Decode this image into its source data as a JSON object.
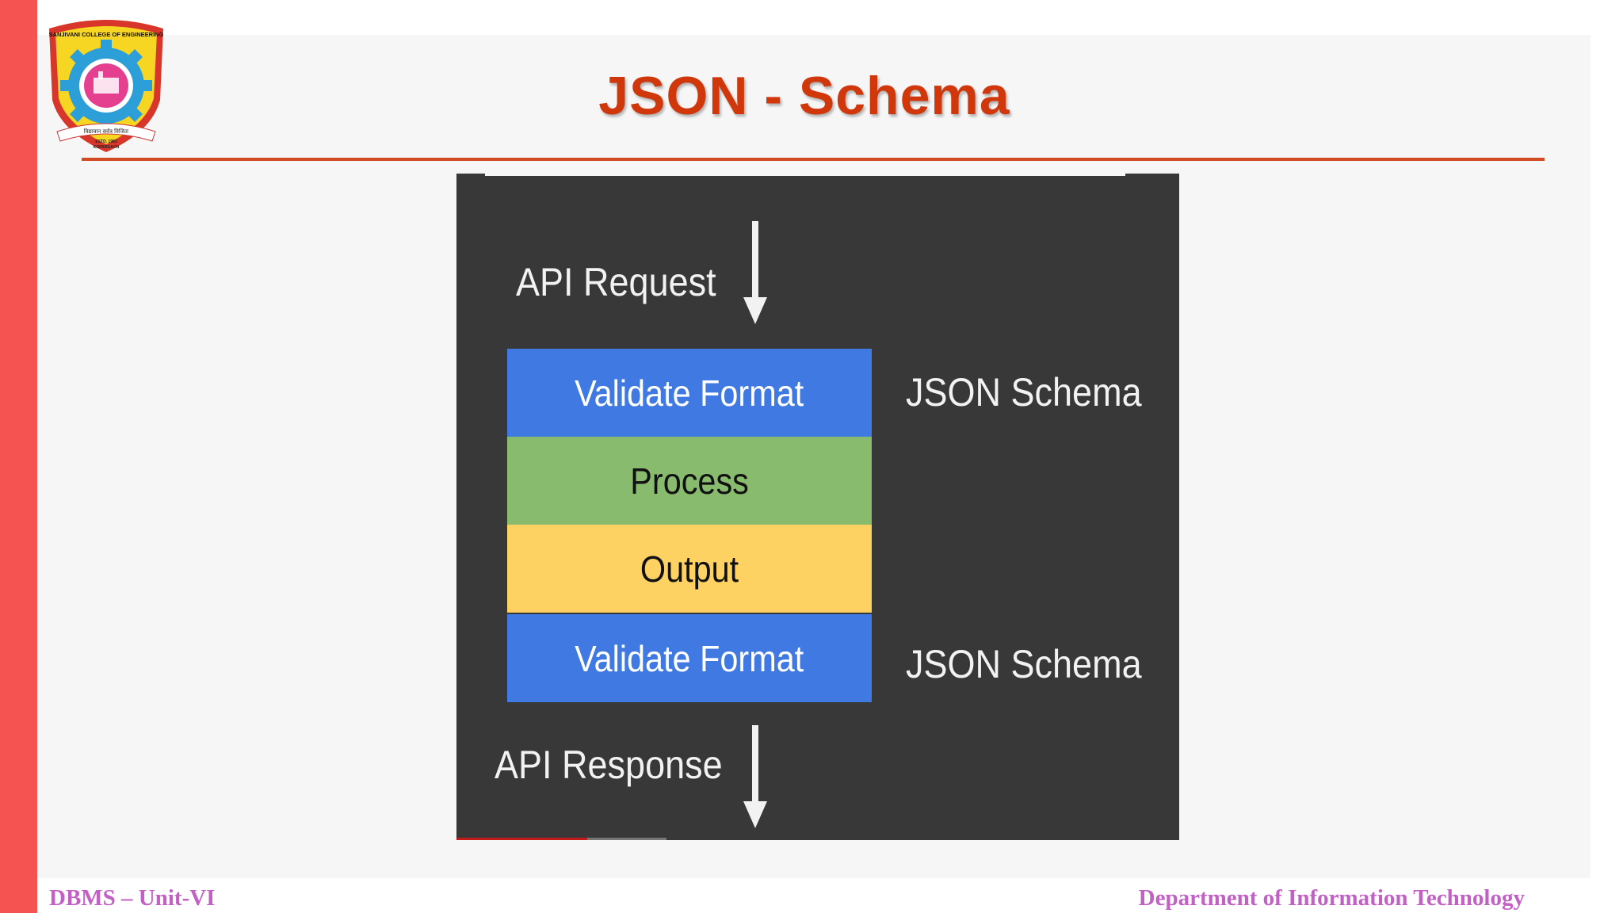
{
  "logo": {
    "college_name": "SANJIVANI COLLEGE OF ENGINEERING",
    "estd": "ESTD. 1983",
    "place": "KOPARGAON",
    "motto": "विद्यावान सर्वत्र विजितः"
  },
  "slide": {
    "title": "JSON - Schema"
  },
  "diagram": {
    "request_label": "API Request",
    "response_label": "API Response",
    "layers": [
      {
        "label": "Validate Format",
        "color": "#4079e1",
        "text_color": "#ffffff"
      },
      {
        "label": "Process",
        "color": "#88bb6d",
        "text_color": "#111111"
      },
      {
        "label": "Output",
        "color": "#fdd263",
        "text_color": "#111111"
      },
      {
        "label": "Validate Format",
        "color": "#4079e1",
        "text_color": "#ffffff"
      }
    ],
    "side_labels": [
      "JSON Schema",
      "JSON Schema"
    ]
  },
  "footer": {
    "left": "DBMS – Unit-VI",
    "right": "Department of Information Technology"
  }
}
